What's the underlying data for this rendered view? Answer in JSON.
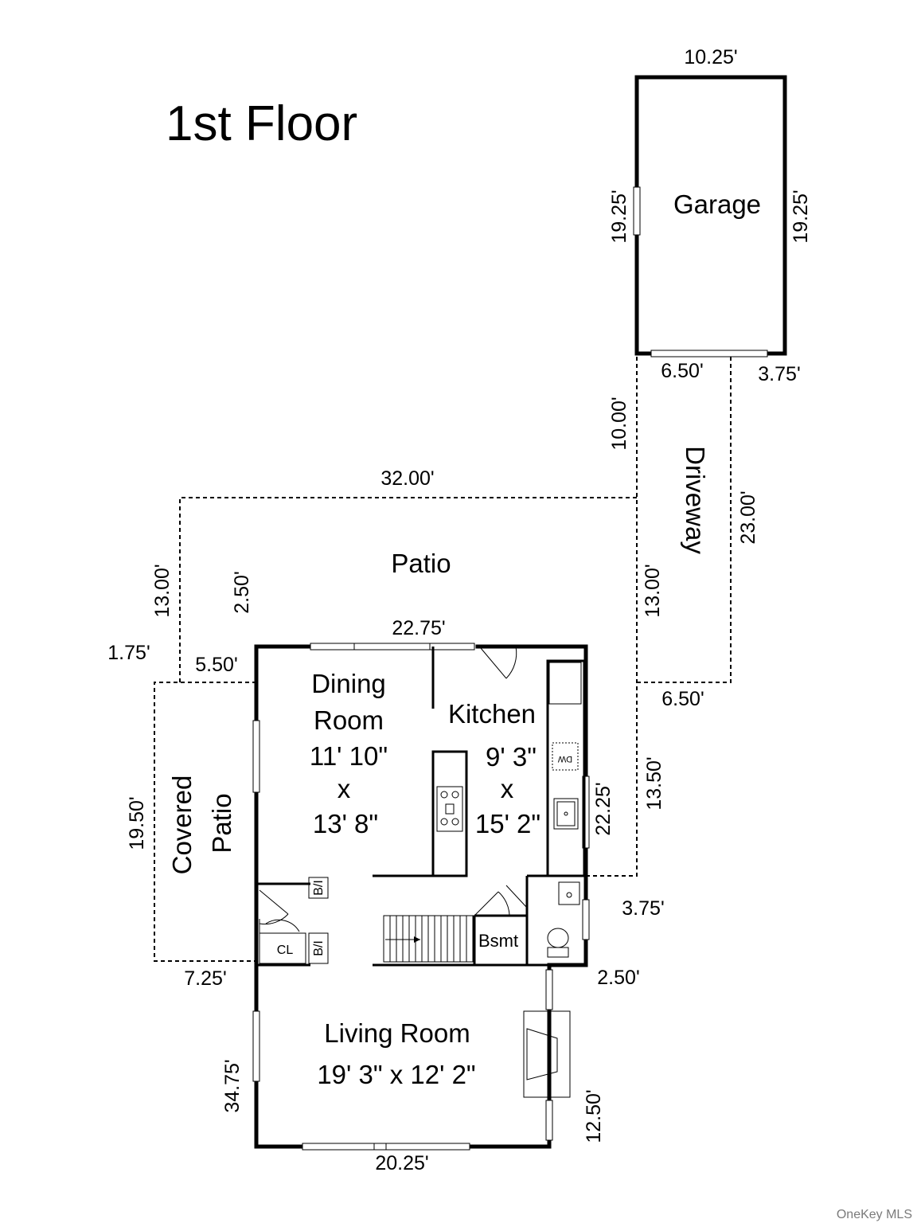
{
  "title": "1st Floor",
  "rooms": {
    "garage": "Garage",
    "driveway": "Driveway",
    "patio": "Patio",
    "covered_patio_line1": "Covered",
    "covered_patio_line2": "Patio",
    "dining_line1": "Dining",
    "dining_line2": "Room",
    "dining_w": "11' 10\"",
    "dining_x": "x",
    "dining_h": "13' 8\"",
    "kitchen": "Kitchen",
    "kitchen_w": "9' 3\"",
    "kitchen_x": "x",
    "kitchen_h": "15' 2\"",
    "living": "Living Room",
    "living_size": "19' 3\" x 12' 2\"",
    "bsmt": "Bsmt",
    "closet": "CL",
    "builtin": "B/I",
    "dishwasher": "DW"
  },
  "dimensions": {
    "garage_top": "10.25'",
    "garage_left": "19.25'",
    "garage_right": "19.25'",
    "garage_door": "6.50'",
    "garage_side": "3.75'",
    "driveway_left": "10.00'",
    "driveway_right": "23.00'",
    "driveway_bottom": "6.50'",
    "driveway_inner": "13.00'",
    "patio_top": "32.00'",
    "patio_left": "13.00'",
    "patio_inner": "2.50'",
    "house_top": "22.75'",
    "step_a": "1.75'",
    "step_b": "5.50'",
    "covered_patio_side": "19.50'",
    "covered_patio_bottom": "7.25'",
    "kitchen_side": "22.25'",
    "right_upper": "13.50'",
    "right_step": "3.75'",
    "right_step2": "2.50'",
    "living_left": "34.75'",
    "living_right": "12.50'",
    "living_bottom": "20.25'"
  },
  "credit": "OneKey MLS"
}
